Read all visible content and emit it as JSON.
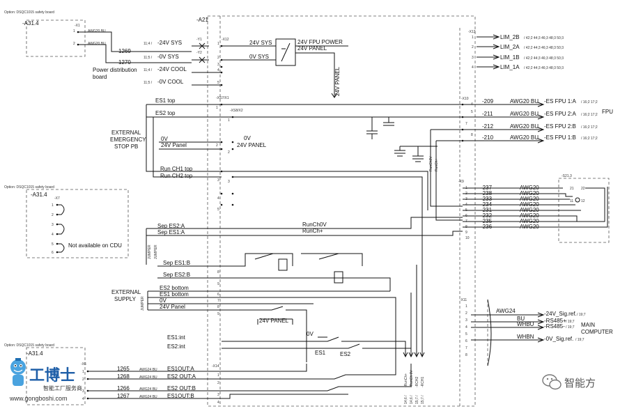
{
  "boards": {
    "top": {
      "option": "Option: DSQC1015 safety board",
      "ref": "-A31.4",
      "conn": "-X1"
    },
    "mid": {
      "option": "Option: DSQC1015 safety board",
      "ref": "-A31.4",
      "conn": "-X7",
      "note": "Not available on CDU"
    },
    "bottom": {
      "option": "Option: DSQC1015 safety board",
      "ref": "-A31.4",
      "conn": "-X6"
    }
  },
  "main": {
    "a21": "-A21",
    "x12": "-X12",
    "y1": "-Y1",
    "y2": "-Y2",
    "x13": "-X13",
    "x10": "-X10",
    "x9": "-X9",
    "x11": "-X11",
    "x14": "-X14",
    "xs7": "-XS7/X1",
    "xs8": "-XS8/X2",
    "s21": "-S21.3"
  },
  "power": {
    "awg_bu1": "AWG20 BU",
    "awg_bu2": "AWG20 BU",
    "w1269": "1269",
    "w1270": "1270",
    "pdb": "Power distribution",
    "pdb2": "board",
    "sys24": "-24V SYS",
    "sys0": "-0V SYS",
    "cool24": "-24V COOL",
    "cool0": "-0V COOL",
    "r1": "11;4 /",
    "r2": "11;5 /",
    "r3": "11;4 /",
    "r4": "11;5 /",
    "v24sys": "24V SYS",
    "v0sys": "0V SYS",
    "fpu_power": "24V FPU POWER",
    "panel24": "24V PANEL",
    "panel24v": "24V PANEL"
  },
  "lim": [
    {
      "label": "LIM_2B",
      "ref": "/ 42;2 44;3 46;3 48;3 50;3"
    },
    {
      "label": "LIM_2A",
      "ref": "/ 42;2 44;3 46;3 48;3 50;3"
    },
    {
      "label": "LIM_1B",
      "ref": "/ 42;2 44;3 46;3 48;3 50;3"
    },
    {
      "label": "LIM_1A",
      "ref": "/ 42;2 44;3 46;3 48;3 50;3"
    }
  ],
  "es_fpu": [
    {
      "wire": "-209",
      "awg": "AWG20 BU",
      "label": "-ES FPU 1:A",
      "ref": "/ 16;2 17;2"
    },
    {
      "wire": "-211",
      "awg": "AWG20 BU",
      "label": "-ES FPU 2:A",
      "ref": "/ 16;2 17;2"
    },
    {
      "wire": "-212",
      "awg": "AWG20 BU",
      "label": "-ES FPU 2:B",
      "ref": "/ 16;2 17;2"
    },
    {
      "wire": "-210",
      "awg": "AWG20 BU",
      "label": "-ES FPU 1:B",
      "ref": "/ 16;2 17;2"
    }
  ],
  "fpu": "FPU",
  "emergency": {
    "es1_top": "ES1 top",
    "es2_top": "ES2 top",
    "ext1": "EXTERNAL",
    "ext2": "EMERGENCY",
    "ext3": "STOP PB",
    "v0": "0V",
    "panel": "24V Panel",
    "v0b": "0V",
    "panel_b": "24V PANEL",
    "runch1": "Run CH1 top",
    "runch2": "Run CH2 top",
    "runch0v": "RunCh0V",
    "runchp": "RunCh+"
  },
  "x9": [
    {
      "wire": "-237",
      "awg": "AWG20"
    },
    {
      "wire": "-238",
      "awg": "AWG20"
    },
    {
      "wire": "-233",
      "awg": "AWG20"
    },
    {
      "wire": "-234",
      "awg": "AWG20"
    },
    {
      "wire": "-231",
      "awg": "AWG20"
    },
    {
      "wire": "-232",
      "awg": "AWG20"
    },
    {
      "wire": "-235",
      "awg": "AWG20"
    },
    {
      "wire": "-236",
      "awg": "AWG20"
    }
  ],
  "jumper": {
    "sep_es2a": "Sep ES2:A",
    "sep_es1a": "Sep ES1:A",
    "jumper1": "JUMPER",
    "jumper2": "JUMPER",
    "runch0v": "RunCh0V",
    "runchp": "RunCh+",
    "sep_es1b": "Sep ES1:B",
    "sep_es2b": "Sep ES2:B"
  },
  "supply": {
    "ext": "EXTERNAL",
    "supply": "SUPPLY",
    "jumper": "JUMPER",
    "es2_bottom": "ES2 bottom",
    "es1_bottom": "ES1 bottom",
    "v0": "0V",
    "panel": "24V Panel",
    "panel_c": "24V PANEL",
    "v0b": "0V",
    "es1_int": "ES1:int",
    "es2_int": "ES2:int",
    "es1": "ES1",
    "es2": "ES2"
  },
  "bottom_rows": [
    {
      "wire": "1265",
      "awg": "AWG24 BU",
      "label": "ES1OUT:A"
    },
    {
      "wire": "1268",
      "awg": "AWG24 BU",
      "label": "ES2 OUT:A"
    },
    {
      "wire": "1266",
      "awg": "AWG24 BU",
      "label": "ES2 OUT:B"
    },
    {
      "wire": "1267",
      "awg": "AWG24 BU",
      "label": "ES1OUT:B"
    }
  ],
  "runch_bottom": [
    {
      "label": "-RunCh+",
      "ref": "14;6 /"
    },
    {
      "label": "-RunCh 0V",
      "ref": "14;6 /"
    },
    {
      "label": "-RCH2",
      "ref": "15;7 /"
    },
    {
      "label": "-RCH1",
      "ref": "15;7 /"
    }
  ],
  "computer": {
    "awg": "AWG24",
    "sig_pos": "-24V_Sig.ref.",
    "bu": "BU",
    "rs485p": "-RS485+",
    "whbu": "WHBU",
    "rs485n": "-RS485-",
    "whbn": "WHBN",
    "sig0": "-0V_Sig.ref.",
    "ref1": "/ 19;7",
    "ref2": "/ 19;7",
    "ref3": "/ 19;7",
    "ref4": "/ 19;7",
    "main": "MAIN",
    "computer": "COMPUTER"
  },
  "watermark": {
    "cn": "工博士",
    "sub": "智能工厂服务商",
    "url": "www.gongboshi.com",
    "brand": "智能方"
  }
}
